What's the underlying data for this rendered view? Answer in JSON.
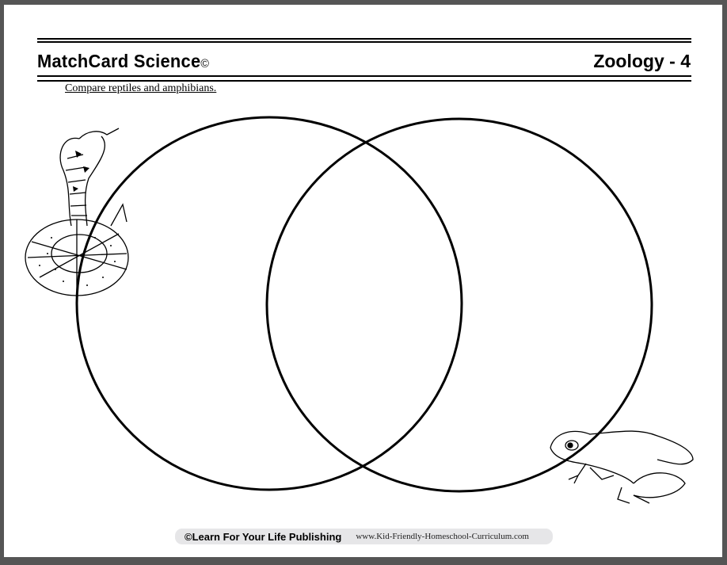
{
  "header": {
    "title": "MatchCard Science",
    "copyright_mark": "©",
    "worksheet_code": "Zoology - 4"
  },
  "instructions": "Compare reptiles and amphibians.",
  "diagram": {
    "type": "venn",
    "circles": 2,
    "illustrations": [
      "snake-icon",
      "frog-icon"
    ]
  },
  "footer": {
    "publisher": "©Learn For Your Life Publishing",
    "url": "www.Kid-Friendly-Homeschool-Curriculum.com"
  }
}
